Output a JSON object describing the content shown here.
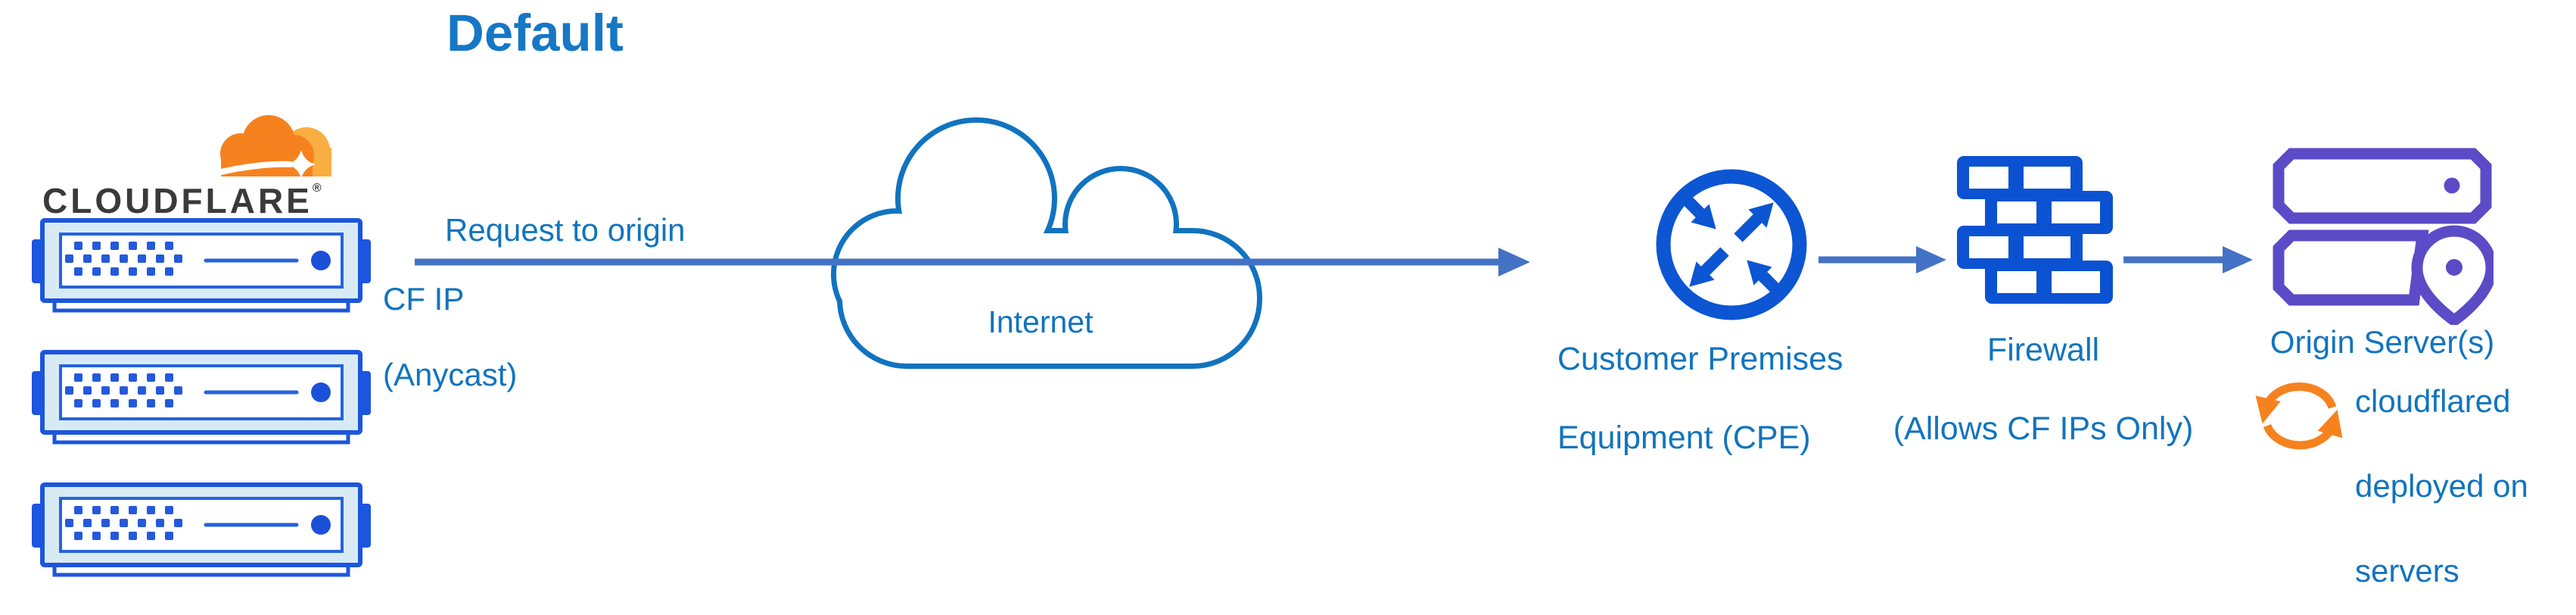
{
  "diagram": {
    "title": "Default",
    "background": "#ffffff",
    "type": "network-architecture"
  },
  "cloudflare": {
    "icon": "cloudflare-logo",
    "wordmark": "CLOUDFLARE",
    "registered": "®",
    "server_icon": "edge-server-icon",
    "server_count": 3
  },
  "flow": {
    "request_label": "Request to origin",
    "cf_ip_line1": "CF IP",
    "cf_ip_line2": "(Anycast)",
    "arrow_icon": "flow-arrow-right"
  },
  "internet": {
    "icon": "cloud-icon",
    "label": "Internet"
  },
  "cpe": {
    "icon": "router-arrows-icon",
    "label_line1": "Customer Premises",
    "label_line2": "Equipment (CPE)"
  },
  "firewall": {
    "icon": "brick-wall-icon",
    "label_line1": "Firewall",
    "label_line2": "(Allows CF IPs Only)"
  },
  "origin": {
    "icon": "server-stack-pin-icon",
    "label": "Origin Server(s)",
    "note_icon": "sync-arrows-icon",
    "note_line1": "cloudflared",
    "note_line2": "deployed on",
    "note_line3": "servers"
  },
  "colors": {
    "title_blue": "#1577c6",
    "label_blue": "#1274be",
    "arrow_slate_blue": "#4472c4",
    "cloud_stroke_blue": "#1173c0",
    "icon_royal_blue": "#0c55d3",
    "server_border_blue": "#1c55de",
    "server_fill_light": "#d8ebf4",
    "origin_purple": "#5c4bc6",
    "cloudflare_orange": "#f6821f",
    "cloudflare_orange_light": "#faad41",
    "wordmark_dark": "#3a3a3c"
  }
}
